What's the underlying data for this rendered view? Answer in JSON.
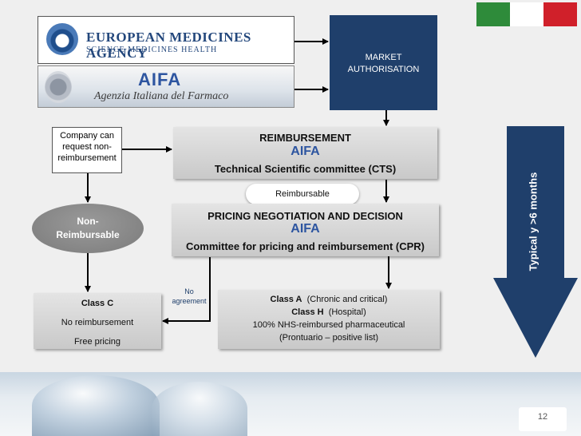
{
  "logos": {
    "ema_title": "EUROPEAN MEDICINES AGENCY",
    "ema_subtitle": "SCIENCE MEDICINES HEALTH",
    "aifa_mark": "AIFA",
    "aifa_subtitle": "Agenzia Italiana del Farmaco"
  },
  "flag_colors": [
    "#2e8b3a",
    "#ffffff",
    "#d0202a"
  ],
  "market_authorisation": "MARKET AUTHORISATION",
  "company_box": "Company can request non-reimbursement",
  "reimbursement": {
    "title": "REIMBURSEMENT",
    "logo": "AIFA",
    "committee": "Technical Scientific committee (CTS)"
  },
  "reimbursable_label": "Reimbursable",
  "pricing": {
    "title": "PRICING NEGOTIATION AND DECISION",
    "logo": "AIFA",
    "committee": "Committee for pricing and reimbursement (CPR)"
  },
  "non_reimbursable": {
    "line1": "Non-",
    "line2": "Reimbursable"
  },
  "no_agreement": {
    "line1": "No",
    "line2": "agreement"
  },
  "class_c": {
    "title": "Class C",
    "line1": "No reimbursement",
    "line2": "Free pricing"
  },
  "class_a": {
    "line1_bold": "Class A",
    "line1_rest": "(Chronic and critical)",
    "line2_bold": "Class H",
    "line2_rest": "(Hospital)",
    "line3": "100% NHS-reimbursed pharmaceutical",
    "line4": "(Prontuario – positive list)"
  },
  "timeline_label": "Typical y >6 months",
  "page_number": "12",
  "colors": {
    "navy": "#1f3f6b",
    "arrow_blue": "#1f3f6b",
    "aifa_blue": "#2d55a0"
  }
}
